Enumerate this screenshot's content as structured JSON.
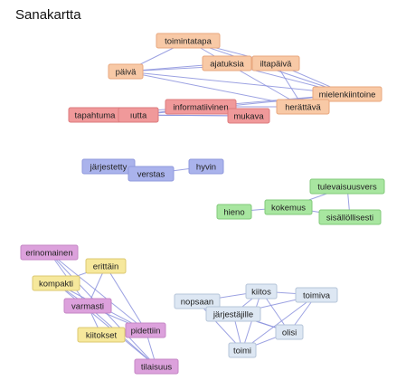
{
  "title": "Sanakartta",
  "palette": {
    "line": "#8b92dd",
    "orange": {
      "fill": "#f8c9a6",
      "stroke": "#e8a77d"
    },
    "red": {
      "fill": "#f0999a",
      "stroke": "#dd7b7d"
    },
    "blue": {
      "fill": "#aab3ec",
      "stroke": "#8f98dc"
    },
    "green": {
      "fill": "#a8e6a0",
      "stroke": "#82c97a"
    },
    "purple": {
      "fill": "#dca1dc",
      "stroke": "#c586c5"
    },
    "yellow": {
      "fill": "#f6e89c",
      "stroke": "#dcc870"
    },
    "lightblue": {
      "fill": "#dde7f3",
      "stroke": "#b5c4d8"
    }
  },
  "nodes": [
    {
      "id": "toimintatapa",
      "label": "toimintatapa",
      "group": "orange"
    },
    {
      "id": "paiva",
      "label": "päivä",
      "group": "orange"
    },
    {
      "id": "ajatuksia",
      "label": "ajatuksia",
      "group": "orange"
    },
    {
      "id": "iltapaiva",
      "label": "iltapäivä",
      "group": "orange"
    },
    {
      "id": "mielenkiintoinen",
      "label": "mielenkiintoine",
      "group": "orange"
    },
    {
      "id": "herattava",
      "label": "herättävä",
      "group": "orange"
    },
    {
      "id": "informatiivinen",
      "label": "informatiivinen",
      "group": "red"
    },
    {
      "id": "tapahtuma",
      "label": "tapahtuma",
      "group": "red"
    },
    {
      "id": "luttu",
      "label": "ıutta",
      "group": "red"
    },
    {
      "id": "mukava",
      "label": "mukava",
      "group": "red"
    },
    {
      "id": "jarjestetty",
      "label": "järjestetty",
      "group": "blue"
    },
    {
      "id": "verstas",
      "label": "verstas",
      "group": "blue"
    },
    {
      "id": "hyvin",
      "label": "hyvin",
      "group": "blue"
    },
    {
      "id": "tulevaisuus",
      "label": "tulevaisuusvers",
      "group": "green"
    },
    {
      "id": "hieno",
      "label": "hieno",
      "group": "green"
    },
    {
      "id": "kokemus",
      "label": "kokemus",
      "group": "green"
    },
    {
      "id": "sisallollisesti",
      "label": "sisällöllisesti",
      "group": "green"
    },
    {
      "id": "erinomainen",
      "label": "erinomainen",
      "group": "purple"
    },
    {
      "id": "erittain",
      "label": "erittäin",
      "group": "yellow"
    },
    {
      "id": "kompakti",
      "label": "kompakti",
      "group": "yellow"
    },
    {
      "id": "varmasti",
      "label": "varmasti",
      "group": "purple"
    },
    {
      "id": "kiitokset",
      "label": "kiitokset",
      "group": "yellow"
    },
    {
      "id": "pidettiin",
      "label": "pidettiin",
      "group": "purple"
    },
    {
      "id": "tilaisuus",
      "label": "tilaisuus",
      "group": "purple"
    },
    {
      "id": "nopsaan",
      "label": "nopsaan",
      "group": "lightblue"
    },
    {
      "id": "kiitos",
      "label": "kiitos",
      "group": "lightblue"
    },
    {
      "id": "toimiva",
      "label": "toimiva",
      "group": "lightblue"
    },
    {
      "id": "jarjestajille",
      "label": "järjestäjille",
      "group": "lightblue"
    },
    {
      "id": "olisi",
      "label": "olisi",
      "group": "lightblue"
    },
    {
      "id": "toimi",
      "label": "toimi",
      "group": "lightblue"
    }
  ],
  "edges": [
    [
      "toimintatapa",
      "paiva"
    ],
    [
      "toimintatapa",
      "ajatuksia"
    ],
    [
      "toimintatapa",
      "iltapaiva"
    ],
    [
      "toimintatapa",
      "mielenkiintoinen"
    ],
    [
      "paiva",
      "ajatuksia"
    ],
    [
      "paiva",
      "iltapaiva"
    ],
    [
      "paiva",
      "mielenkiintoinen"
    ],
    [
      "paiva",
      "herattava"
    ],
    [
      "ajatuksia",
      "iltapaiva"
    ],
    [
      "ajatuksia",
      "mielenkiintoinen"
    ],
    [
      "ajatuksia",
      "herattava"
    ],
    [
      "iltapaiva",
      "mielenkiintoinen"
    ],
    [
      "iltapaiva",
      "herattava"
    ],
    [
      "herattava",
      "mielenkiintoinen"
    ],
    [
      "informatiivinen",
      "mielenkiintoinen"
    ],
    [
      "informatiivinen",
      "herattava"
    ],
    [
      "luttu",
      "mielenkiintoinen"
    ],
    [
      "tapahtuma",
      "informatiivinen"
    ],
    [
      "tapahtuma",
      "luttu"
    ],
    [
      "tapahtuma",
      "mukava"
    ],
    [
      "luttu",
      "informatiivinen"
    ],
    [
      "luttu",
      "mukava"
    ],
    [
      "informatiivinen",
      "mukava"
    ],
    [
      "jarjestetty",
      "verstas"
    ],
    [
      "verstas",
      "hyvin"
    ],
    [
      "hieno",
      "kokemus"
    ],
    [
      "kokemus",
      "tulevaisuus"
    ],
    [
      "kokemus",
      "sisallollisesti"
    ],
    [
      "tulevaisuus",
      "sisallollisesti"
    ],
    [
      "erinomainen",
      "varmasti"
    ],
    [
      "erinomainen",
      "pidettiin"
    ],
    [
      "erinomainen",
      "tilaisuus"
    ],
    [
      "erittain",
      "kompakti"
    ],
    [
      "erittain",
      "varmasti"
    ],
    [
      "erittain",
      "pidettiin"
    ],
    [
      "kompakti",
      "varmasti"
    ],
    [
      "kompakti",
      "pidettiin"
    ],
    [
      "kompakti",
      "tilaisuus"
    ],
    [
      "varmasti",
      "kiitokset"
    ],
    [
      "varmasti",
      "pidettiin"
    ],
    [
      "varmasti",
      "tilaisuus"
    ],
    [
      "kiitokset",
      "pidettiin"
    ],
    [
      "pidettiin",
      "tilaisuus"
    ],
    [
      "nopsaan",
      "kiitos"
    ],
    [
      "nopsaan",
      "jarjestajille"
    ],
    [
      "nopsaan",
      "olisi"
    ],
    [
      "nopsaan",
      "toimi"
    ],
    [
      "kiitos",
      "toimiva"
    ],
    [
      "kiitos",
      "jarjestajille"
    ],
    [
      "kiitos",
      "olisi"
    ],
    [
      "kiitos",
      "toimi"
    ],
    [
      "toimiva",
      "olisi"
    ],
    [
      "toimiva",
      "toimi"
    ],
    [
      "toimiva",
      "jarjestajille"
    ],
    [
      "jarjestajille",
      "olisi"
    ],
    [
      "jarjestajille",
      "toimi"
    ],
    [
      "olisi",
      "toimi"
    ]
  ]
}
